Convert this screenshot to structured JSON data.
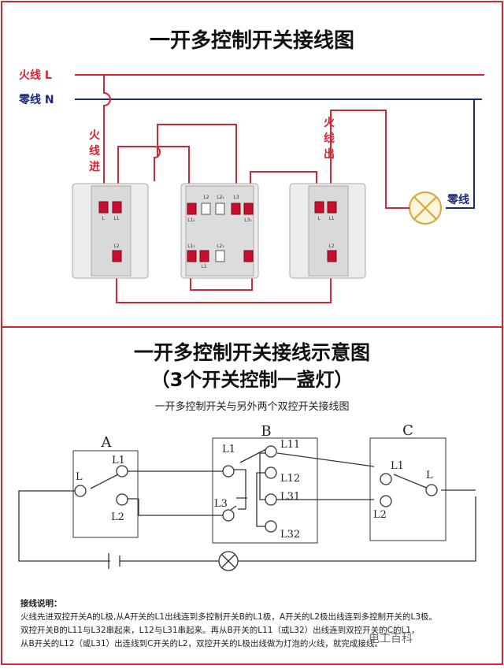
{
  "top": {
    "title": "一开多控制开关接线图",
    "live_label": "火线 L",
    "neutral_label": "零线 N",
    "live_in": "火线进",
    "live_out": "火线出",
    "lamp_neutral": "零线",
    "switch_a": {
      "t1": "L",
      "t2": "L1",
      "b1": "L2"
    },
    "switch_b": {
      "top": [
        "L2",
        "L2₁",
        "L3"
      ],
      "t1": "L1₁",
      "t2": "L3₁",
      "mid": "L2₂",
      "b1": "L1₂",
      "b2": "L1"
    },
    "switch_c": {
      "t1": "L",
      "t2": "L1",
      "b1": "L2"
    },
    "colors": {
      "live": "#d9232e",
      "neutral": "#1e2a78",
      "frame": "#d9232e"
    }
  },
  "bottom": {
    "title": "一开多控制开关接线示意图",
    "title2": "（3个开关控制一盏灯）",
    "subtitle": "一开多控制开关与另外两个双控开关接线图",
    "box_a": {
      "name": "A",
      "l": "L",
      "l1": "L1",
      "l2": "L2"
    },
    "box_b": {
      "name": "B",
      "l1": "L1",
      "l3": "L3",
      "l11": "L11",
      "l12": "L12",
      "l31": "L31",
      "l32": "L32"
    },
    "box_c": {
      "name": "C",
      "l": "L",
      "l1": "L1",
      "l2": "L2"
    }
  },
  "notes": {
    "heading": "接线说明：",
    "line1": "火线先进双控开关A的L极,从A开关的L1出线连到多控制开关B的L1极，A开关的L2极出线连到多控制开关的L3极。",
    "line2": "双控开关B的L11与L32串起来，L12与L31串起来。再从B开关的L11（或L32）出线连到双控开关的C的L1，",
    "line3": "从B开关的L12（或L31）出连线到C开关的L2，双控开关的L极出线做为灯泡的火线，就完成接线。"
  },
  "watermark": "电工百科"
}
